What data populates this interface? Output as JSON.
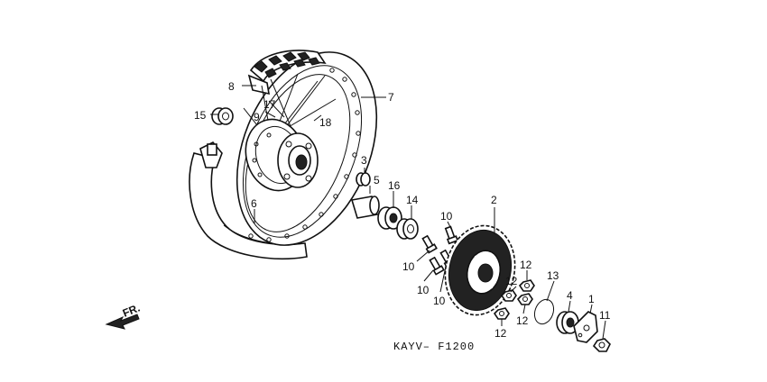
{
  "diagram": {
    "code": "KAYV– F1200",
    "direction_label": "FR.",
    "callouts": [
      {
        "id": "c8",
        "text": "8"
      },
      {
        "id": "c7",
        "text": "7"
      },
      {
        "id": "c17",
        "text": "17"
      },
      {
        "id": "c15",
        "text": "15"
      },
      {
        "id": "c9",
        "text": "9"
      },
      {
        "id": "c18",
        "text": "18"
      },
      {
        "id": "c3",
        "text": "3"
      },
      {
        "id": "c5",
        "text": "5"
      },
      {
        "id": "c16",
        "text": "16"
      },
      {
        "id": "c14",
        "text": "14"
      },
      {
        "id": "c2",
        "text": "2"
      },
      {
        "id": "c6",
        "text": "6"
      },
      {
        "id": "c10a",
        "text": "10"
      },
      {
        "id": "c10b",
        "text": "10"
      },
      {
        "id": "c10c",
        "text": "10"
      },
      {
        "id": "c10d",
        "text": "10"
      },
      {
        "id": "c12a",
        "text": "12"
      },
      {
        "id": "c12b",
        "text": "12"
      },
      {
        "id": "c12c",
        "text": "12"
      },
      {
        "id": "c12d",
        "text": "12"
      },
      {
        "id": "c13",
        "text": "13"
      },
      {
        "id": "c4",
        "text": "4"
      },
      {
        "id": "c1",
        "text": "1"
      },
      {
        "id": "c11",
        "text": "11"
      }
    ]
  }
}
